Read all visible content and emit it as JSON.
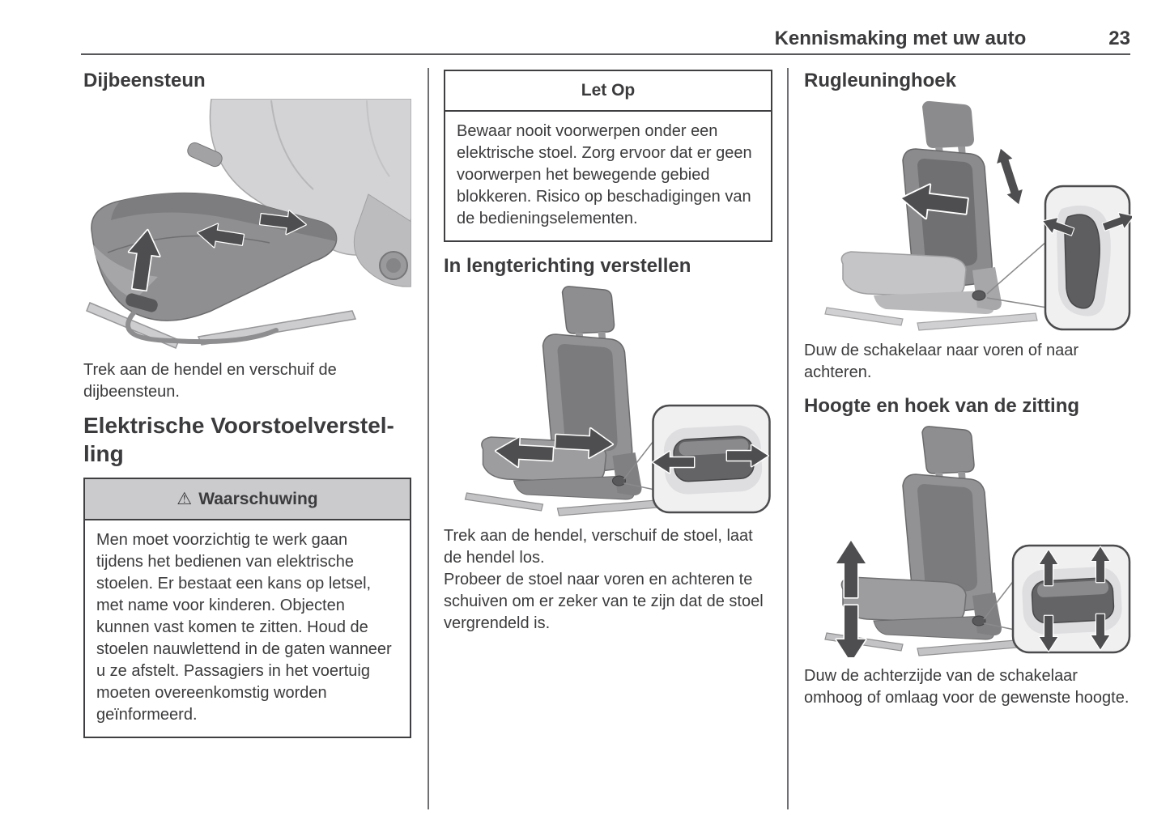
{
  "header": {
    "title": "Kennismaking met uw auto",
    "page_number": "23"
  },
  "left": {
    "heading_thigh": "Dijbeensteun",
    "caption_thigh": "Trek aan de hendel en verschuif de dijbeensteun.",
    "section_heading": {
      "line1": "Elektrische Voorstoelverstel-",
      "line2": "ling"
    },
    "warning": {
      "icon": "⚠",
      "title": "Waarschuwing",
      "body": "Men moet voorzichtig te werk gaan tijdens het bedienen van elektrische stoelen. Er bestaat een kans op letsel, met name voor kinderen. Objecten kunnen vast komen te zitten. Houd de stoelen nauwlettend in de gaten wanneer u ze afstelt. Passagiers in het voertuig moeten overeenkomstig worden geïnformeerd."
    }
  },
  "middle": {
    "notice": {
      "title": "Let Op",
      "body": "Bewaar nooit voorwerpen onder een elektrische stoel. Zorg ervoor dat er geen voorwerpen het bewegende gebied blokkeren. Risico op beschadigingen van de bedieningselementen."
    },
    "heading": "In lengterichting verstellen",
    "caption1": "Trek aan de hendel, verschuif de stoel, laat de hendel los.",
    "caption2": "Probeer de stoel naar voren en achteren te schuiven om er zeker van te zijn dat de stoel vergrendeld is."
  },
  "right": {
    "heading_backrest": "Rugleuninghoek",
    "caption_backrest": "Duw de schakelaar naar voren of naar achteren.",
    "heading_height": "Hoogte en hoek van de zitting",
    "caption_height": "Duw de achterzijde van de schakelaar omhoog of omlaag voor de gewenste hoogte."
  },
  "colors": {
    "text": "#3b3b3d",
    "header_rule": "#58585a",
    "column_separator": "#707073",
    "box_border": "#3f3f41",
    "warning_header_bg": "#cbcbce",
    "arrow_fill": "#4e4e50",
    "arrow_outline": "#ffffff",
    "seat_gray": "#929294",
    "seat_light_gray": "#d3d3d5"
  }
}
